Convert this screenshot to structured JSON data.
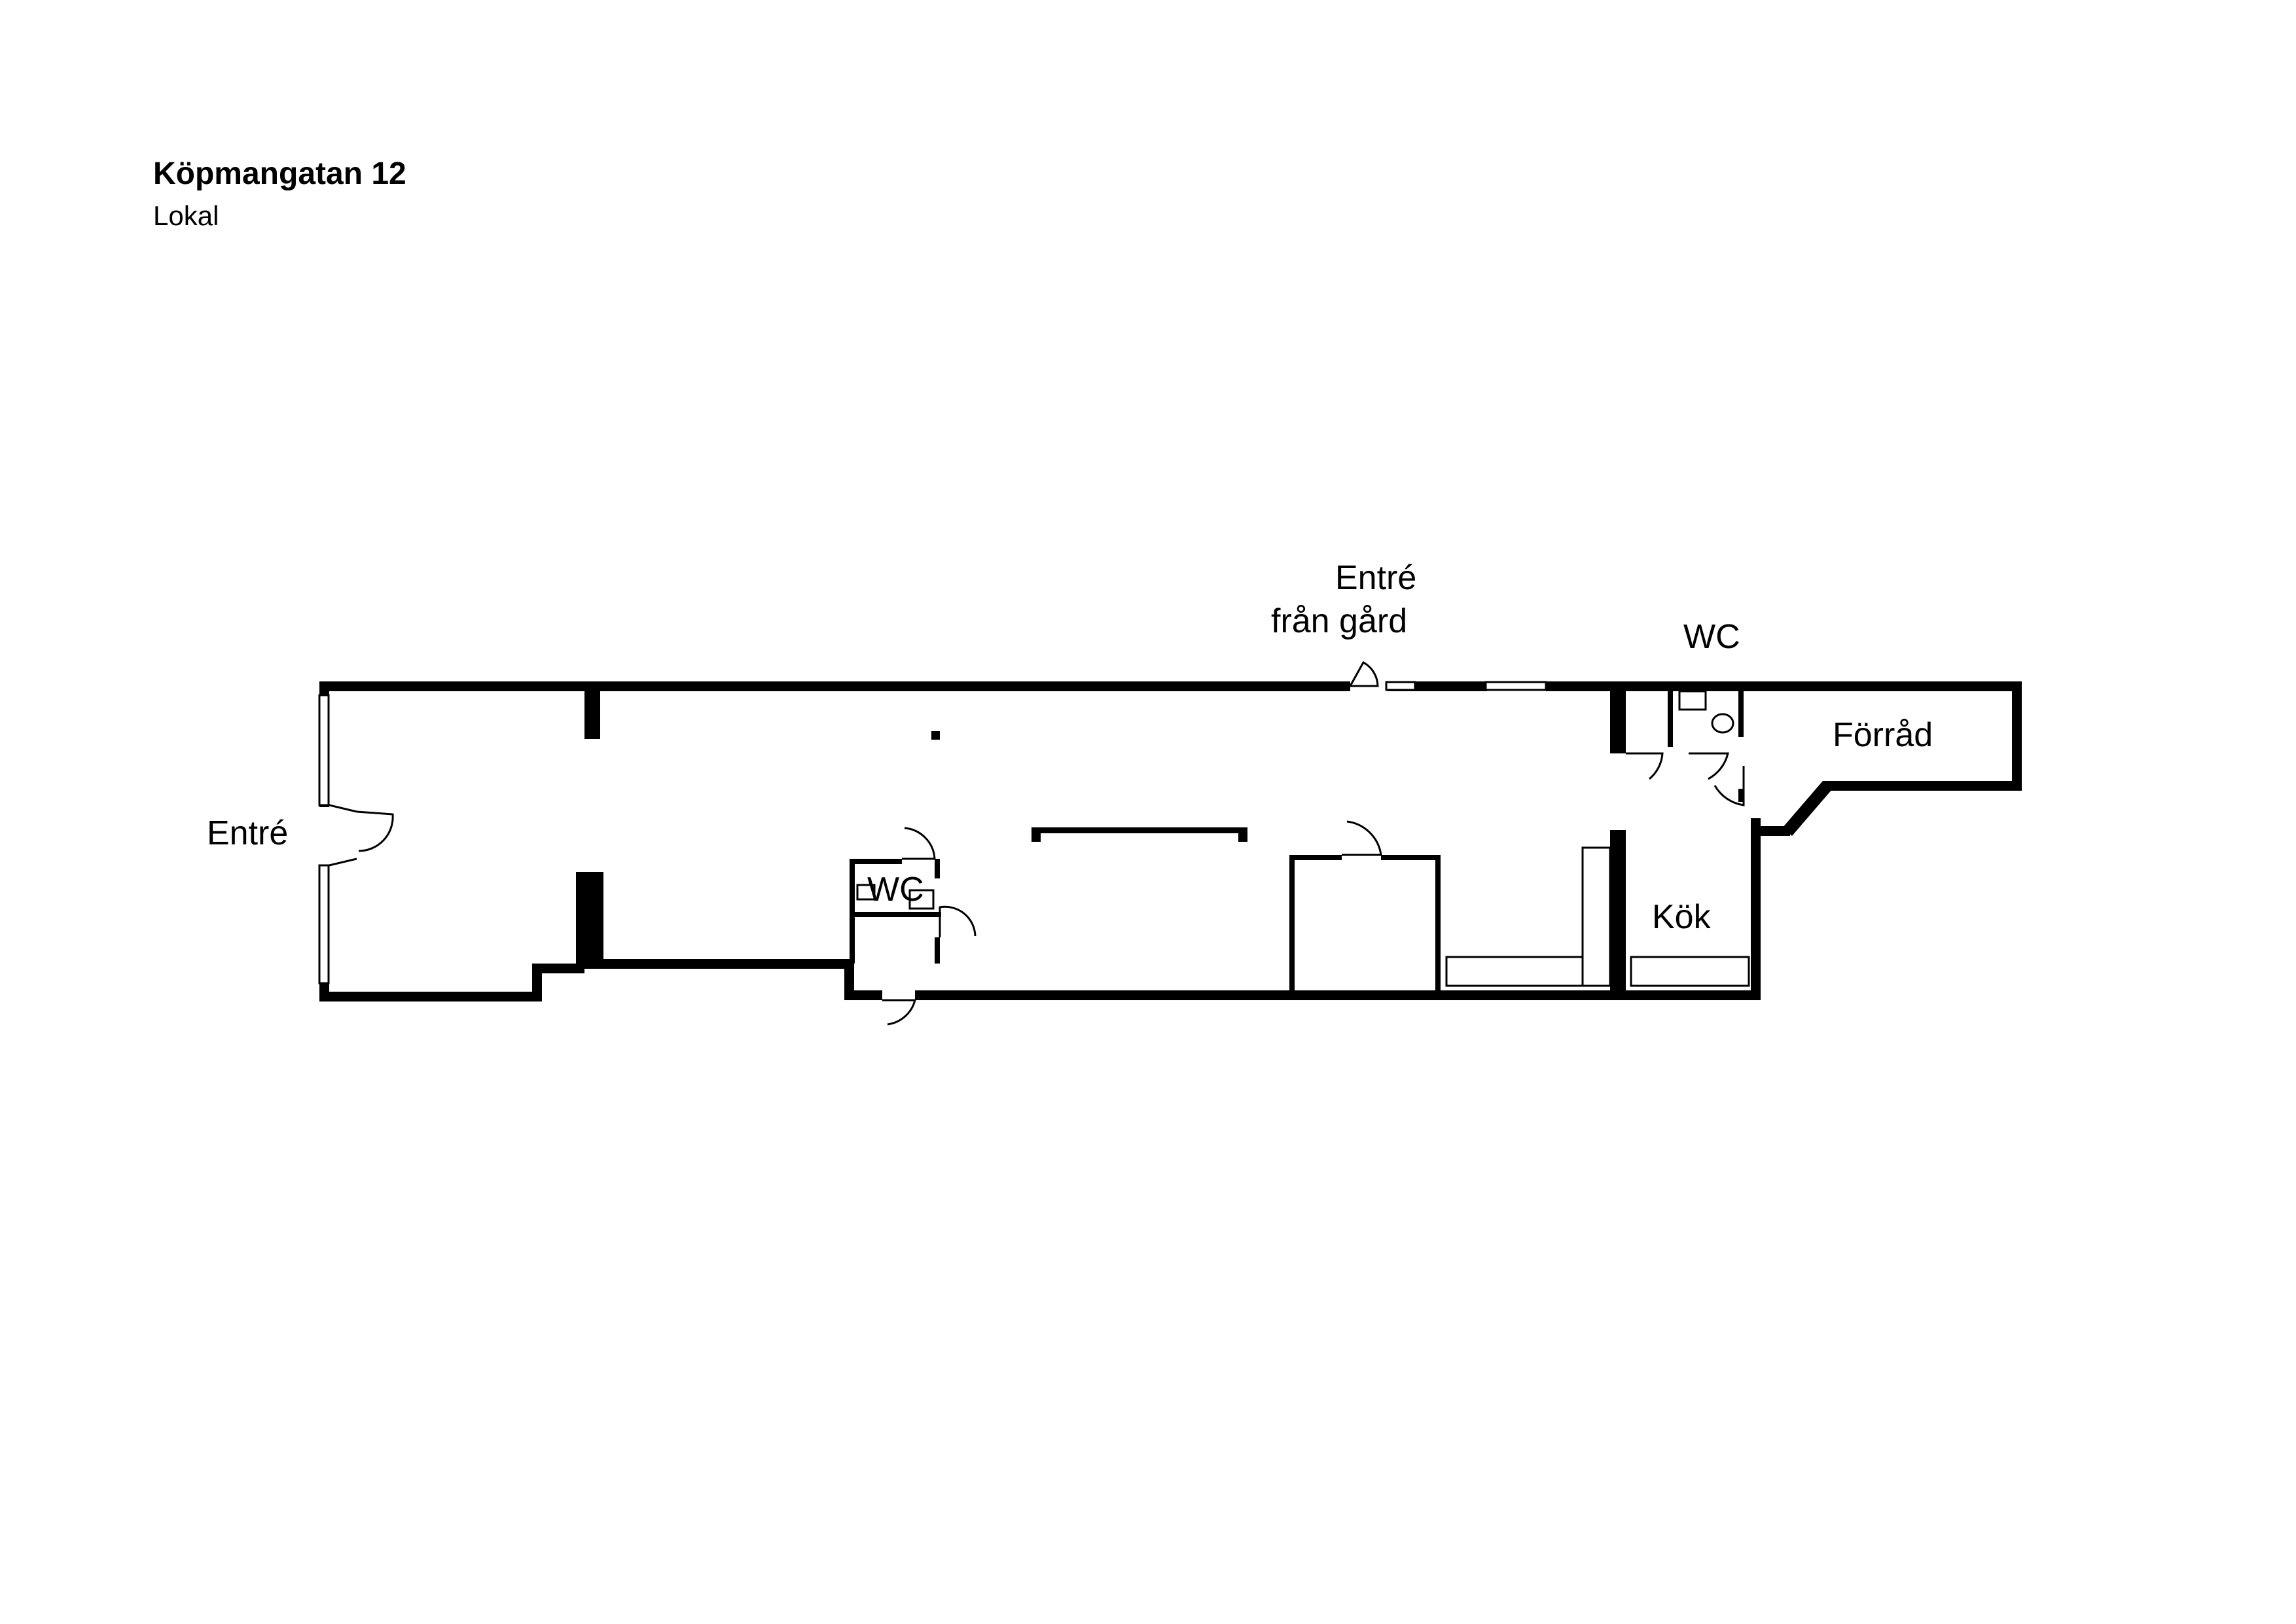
{
  "header": {
    "title": "Köpmangatan 12",
    "subtitle": "Lokal"
  },
  "labels": {
    "entre_left": "Entré",
    "entre_gard_line1": "Entré",
    "entre_gard_line2": "från gård",
    "wc_top": "WC",
    "wc_small": "WC",
    "forrad": "Förråd",
    "kok": "Kök"
  }
}
